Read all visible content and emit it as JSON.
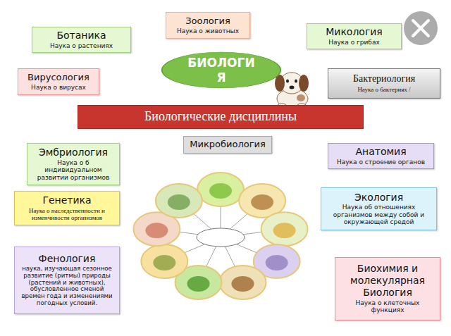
{
  "diagram": {
    "nodes": [
      {
        "text": [
          "Зоология",
          "Наука о животных"
        ]
      },
      {
        "text": [
          "Ботаника",
          "Наука о растениях"
        ]
      },
      {
        "text": [
          "Микология",
          "Наука о грибах"
        ]
      },
      {
        "text": [
          "БИОЛОГИ Я"
        ]
      },
      {
        "text": [
          "Вирусология",
          "Наука о вирусах"
        ]
      },
      {
        "text": [
          "Бактериология",
          "Наука о бактериях /"
        ]
      },
      {
        "text": [
          "Биологические дисциплины"
        ]
      },
      {
        "text": [
          "Микробиология"
        ]
      },
      {
        "text": [
          "Эмбриология",
          "Наука о б индивидуальном развитии организмов"
        ]
      },
      {
        "text": [
          "Анатомия",
          "Наука о строение органов"
        ]
      },
      {
        "text": [
          "Генетика",
          "Наука о наследственности и изменчивости организмов"
        ]
      },
      {
        "text": [
          "Экология",
          "Наука об отношениях организмов между собой и окружающей средой"
        ]
      },
      {
        "text": [
          "Фенология",
          "наука, изучающая сезонное развитие (ритмы) природы (растений и животных), обусловленное сменой времен года и изменениями погодных условий."
        ]
      },
      {
        "text": [
          "Биохимия и молекулярная Биология",
          "Наука о клеточных функциях"
        ]
      }
    ]
  }
}
